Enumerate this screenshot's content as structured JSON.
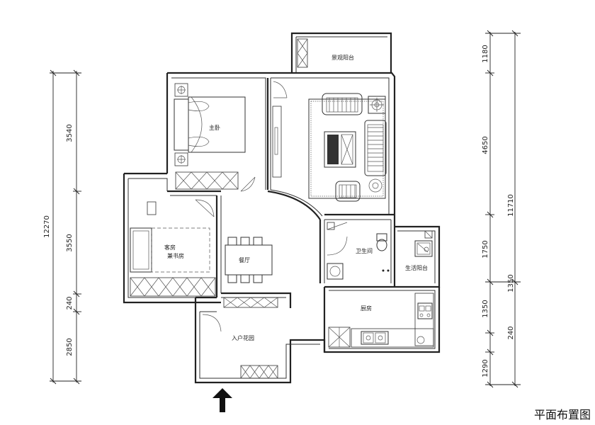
{
  "title": "平面布置图",
  "rooms": {
    "balcony_top": "景观阳台",
    "bedroom": "主卧",
    "living": "",
    "study": "客房\n兼书房",
    "dining": "餐厅",
    "bath": "卫生间",
    "utility": "生活阳台",
    "kitchen": "厨房",
    "entry": "入户花园"
  },
  "dimensions": {
    "left": [
      "3540",
      "3550",
      "240",
      "2850"
    ],
    "left_total": "12270",
    "right": [
      "1180",
      "4650",
      "1750",
      "1350",
      "240",
      "1290"
    ],
    "right_total": "11710"
  }
}
